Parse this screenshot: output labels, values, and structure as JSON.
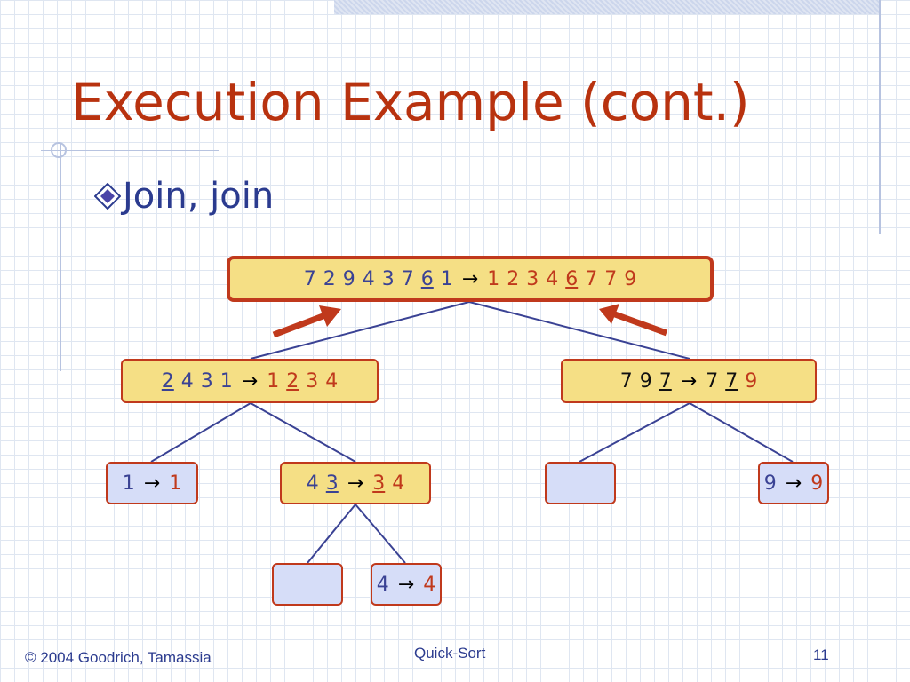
{
  "slide": {
    "title": "Execution Example (cont.)",
    "bullet": "Join, join"
  },
  "tree": {
    "root": {
      "input": [
        "7",
        "2",
        "9",
        "4",
        "3",
        "7",
        "6",
        "1"
      ],
      "input_underlined": [
        6
      ],
      "arrow": "→",
      "output": [
        "1",
        "2",
        "3",
        "4",
        "6",
        "7",
        "7",
        "9"
      ],
      "output_underlined": [
        4
      ]
    },
    "left": {
      "input": [
        "2",
        "4",
        "3",
        "1"
      ],
      "input_underlined": [
        0
      ],
      "arrow": "→",
      "output": [
        "1",
        "2",
        "3",
        "4"
      ],
      "output_underlined": [
        1
      ]
    },
    "right": {
      "input": [
        "7",
        "9",
        "7"
      ],
      "input_underlined": [
        2
      ],
      "arrow": "→",
      "output": [
        "7",
        "7",
        "9"
      ],
      "output_underlined": [
        1
      ]
    },
    "left_left": {
      "input": [
        "1"
      ],
      "arrow": "→",
      "output": [
        "1"
      ]
    },
    "left_right": {
      "input": [
        "4",
        "3"
      ],
      "input_underlined": [
        1
      ],
      "arrow": "→",
      "output": [
        "3",
        "4"
      ],
      "output_underlined": [
        0
      ]
    },
    "right_left": {},
    "right_right": {
      "input": [
        "9"
      ],
      "arrow": "→",
      "output": [
        "9"
      ]
    },
    "lr_left": {},
    "lr_right": {
      "input": [
        "4"
      ],
      "arrow": "→",
      "output": [
        "4"
      ]
    }
  },
  "footer": {
    "copyright": "© 2004 Goodrich, Tamassia",
    "course": "Quick-Sort",
    "page": "11"
  },
  "colors": {
    "title": "#b8320f",
    "bullet_text": "#2b3b8f",
    "node_border": "#c0391c",
    "node_yellow": "#f5df85",
    "node_blue": "#d6ddf8",
    "input_digits": "#3a4294",
    "output_digits": "#c0391c",
    "edge": "#3a4294",
    "join_arrow": "#c0391c"
  }
}
